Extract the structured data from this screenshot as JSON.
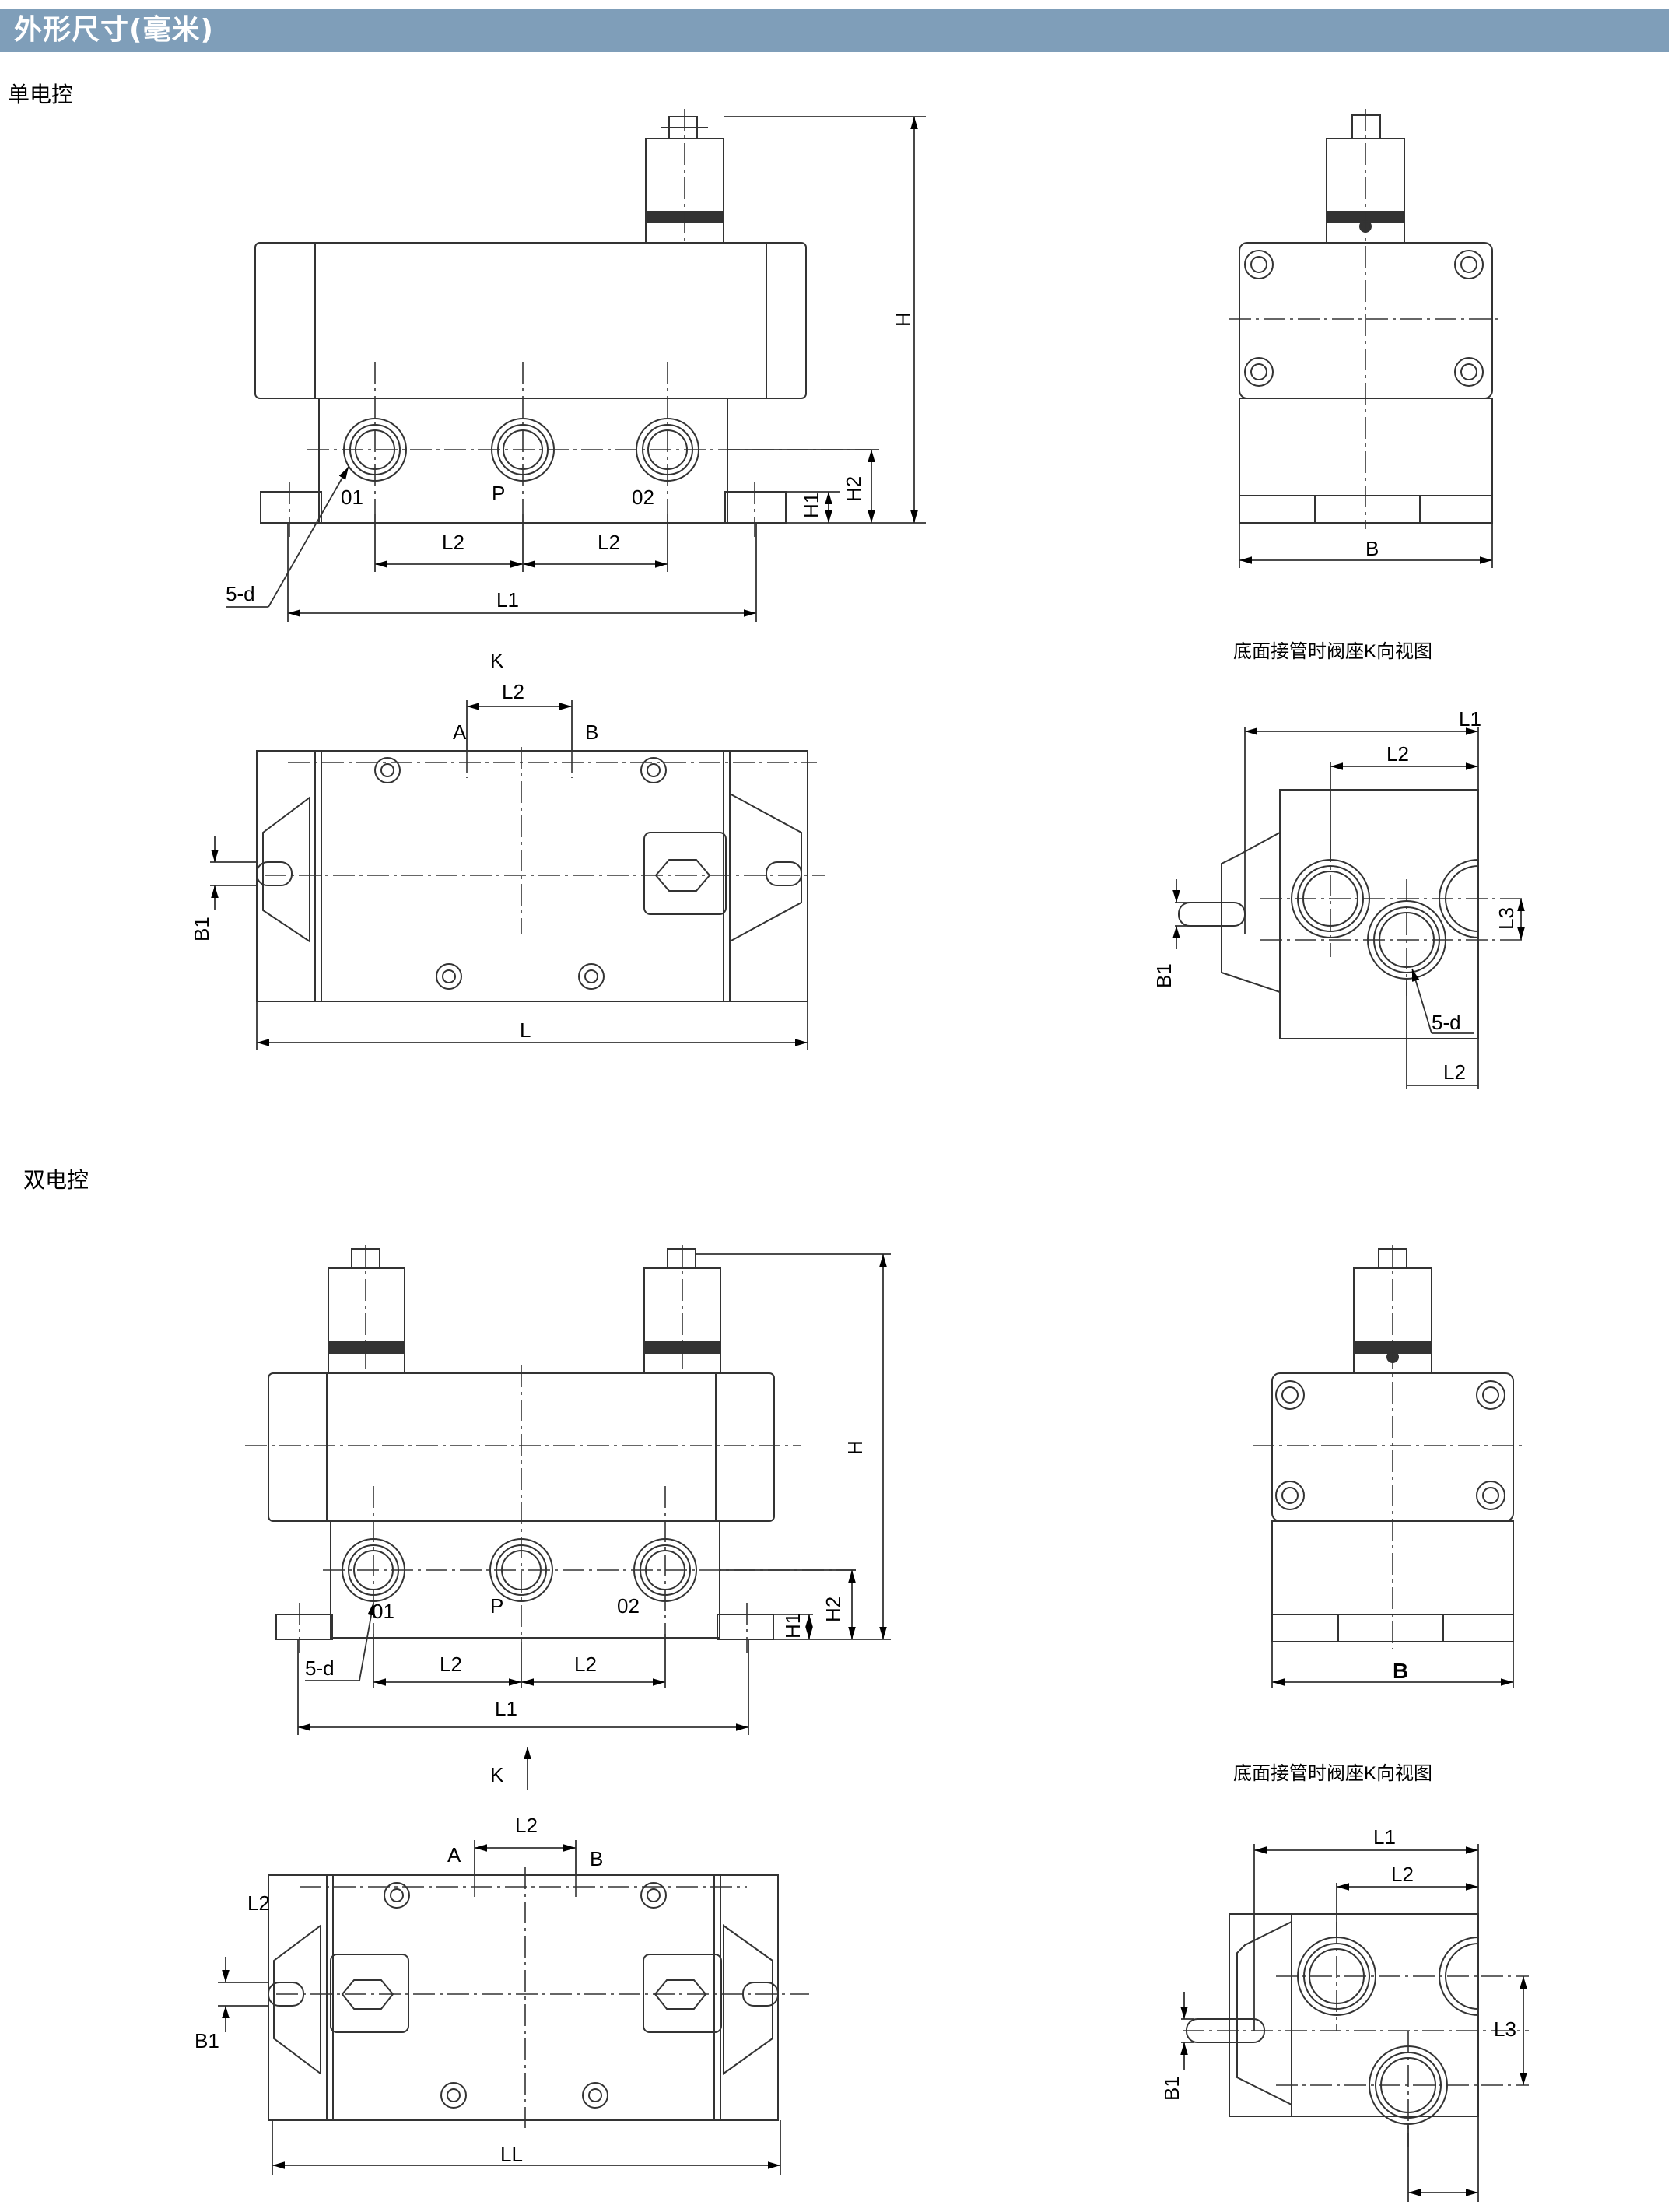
{
  "header": {
    "title": "外形尺寸(毫米)",
    "color": "#7f9eb9"
  },
  "sections": [
    {
      "title": "单电控"
    },
    {
      "title": "双电控"
    }
  ],
  "captions": {
    "bottom_view": "底面接管时阀座K向视图"
  },
  "labels": {
    "port_01": "01",
    "port_p": "P",
    "port_02": "02",
    "L": "L",
    "LL": "LL",
    "L1": "L1",
    "L2": "L2",
    "L3": "L3",
    "H": "H",
    "H1": "H1",
    "H2": "H2",
    "B": "B",
    "B1": "B1",
    "d5": "5-d",
    "K": "K",
    "A": "A",
    "Bport": "B"
  }
}
